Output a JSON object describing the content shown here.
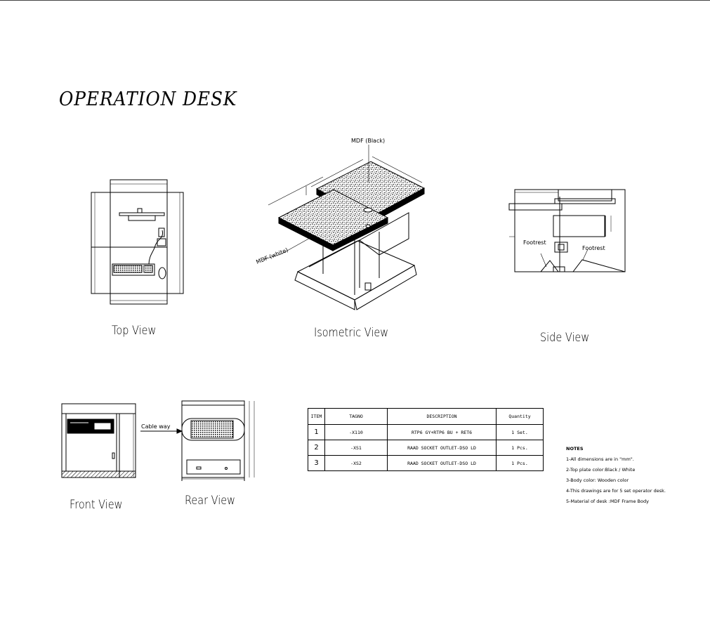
{
  "title": "OPERATION DESK",
  "views": {
    "top": "Top View",
    "isometric": "Isometric View",
    "side": "Side View",
    "front": "Front View",
    "rear": "Rear View"
  },
  "labels": {
    "mdf_black": "MDF (Black)",
    "mdf_white": "MDF (white)",
    "footrest_left": "Footrest",
    "footrest_right": "Footrest",
    "cable_way": "Cable way"
  },
  "table": {
    "headers": [
      "ITEM",
      "TAGNO",
      "DESCRIPTION",
      "Quantity"
    ],
    "rows": [
      {
        "item": "1",
        "tag": "-X110",
        "desc": "RTP6 GY+RTP6 BU + RET6",
        "qty": "1 Set."
      },
      {
        "item": "2",
        "tag": "-XS1",
        "desc": "RAAD SOCKET OUTLET-DSO LD",
        "qty": "1 Pcs."
      },
      {
        "item": "3",
        "tag": "-XS2",
        "desc": "RAAD SOCKET OUTLET-DSO LD",
        "qty": "1 Pcs."
      }
    ]
  },
  "notes": {
    "heading": "NOTES",
    "items": [
      "1-All dimensions are in \"mm\".",
      "2-Top plate color:Black / White",
      "3-Body color: Wooden color",
      "4-This drawings are for 5 set operator desk.",
      "5-Material of desk :MDF Frame Body"
    ]
  }
}
